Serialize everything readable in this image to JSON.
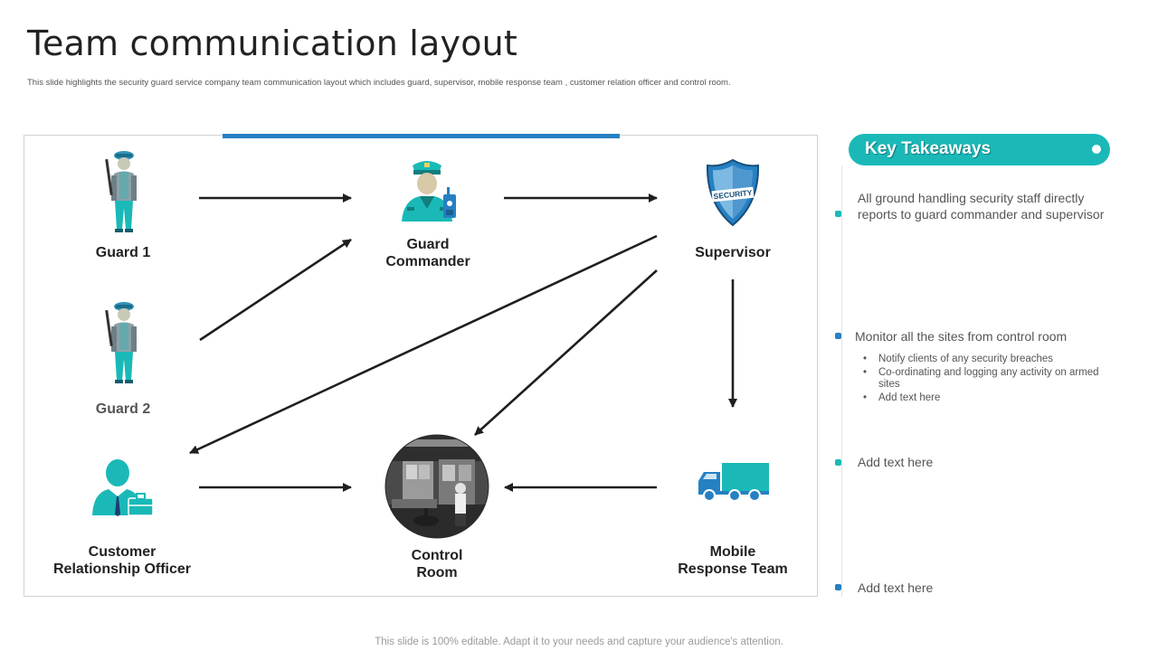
{
  "slide": {
    "title": "Team communication layout",
    "subtitle": "This slide highlights the security guard service company team communication layout which includes guard, supervisor, mobile response team , customer relation officer and control room.",
    "footer": "This slide is 100% editable. Adapt it to your needs and capture your audience's attention."
  },
  "diagram": {
    "nodes": {
      "guard1": {
        "label": "Guard 1",
        "icon": "guard-icon"
      },
      "guard2": {
        "label": "Guard 2",
        "icon": "guard-icon"
      },
      "guard_commander": {
        "label_line1": "Guard",
        "label_line2": "Commander",
        "icon": "guard-commander-icon"
      },
      "supervisor": {
        "label": "Supervisor",
        "icon": "security-shield-icon",
        "icon_text": "SECURITY"
      },
      "customer_relationship_officer": {
        "label_line1": "Customer",
        "label_line2": "Relationship Officer",
        "icon": "officer-briefcase-icon"
      },
      "control_room": {
        "label_line1": "Control",
        "label_line2": "Room",
        "icon": "control-room-photo"
      },
      "mobile_response_team": {
        "label_line1": "Mobile",
        "label_line2": "Response Team",
        "icon": "truck-icon"
      }
    },
    "edges": [
      {
        "from": "Guard 1",
        "to": "Guard Commander"
      },
      {
        "from": "Guard 2",
        "to": "Guard Commander"
      },
      {
        "from": "Guard Commander",
        "to": "Supervisor"
      },
      {
        "from": "Supervisor",
        "to": "Customer Relationship Officer"
      },
      {
        "from": "Supervisor",
        "to": "Control Room"
      },
      {
        "from": "Supervisor",
        "to": "Mobile Response Team"
      },
      {
        "from": "Customer Relationship Officer",
        "to": "Control Room"
      },
      {
        "from": "Mobile Response Team",
        "to": "Control Room"
      }
    ]
  },
  "takeaways": {
    "header": "Key Takeaways",
    "items": [
      {
        "text": "All ground handling security staff directly reports to guard commander and supervisor"
      },
      {
        "text": "Monitor all the sites from control room",
        "subitems": [
          "Notify clients of any security breaches",
          "Co-ordinating and logging any activity on armed sites",
          "Add text here"
        ]
      },
      {
        "text": "Add text here"
      },
      {
        "text": "Add text here"
      }
    ]
  },
  "colors": {
    "teal": "#1ab9b8",
    "blue": "#2680c2",
    "arrow": "#1f1f1f"
  }
}
